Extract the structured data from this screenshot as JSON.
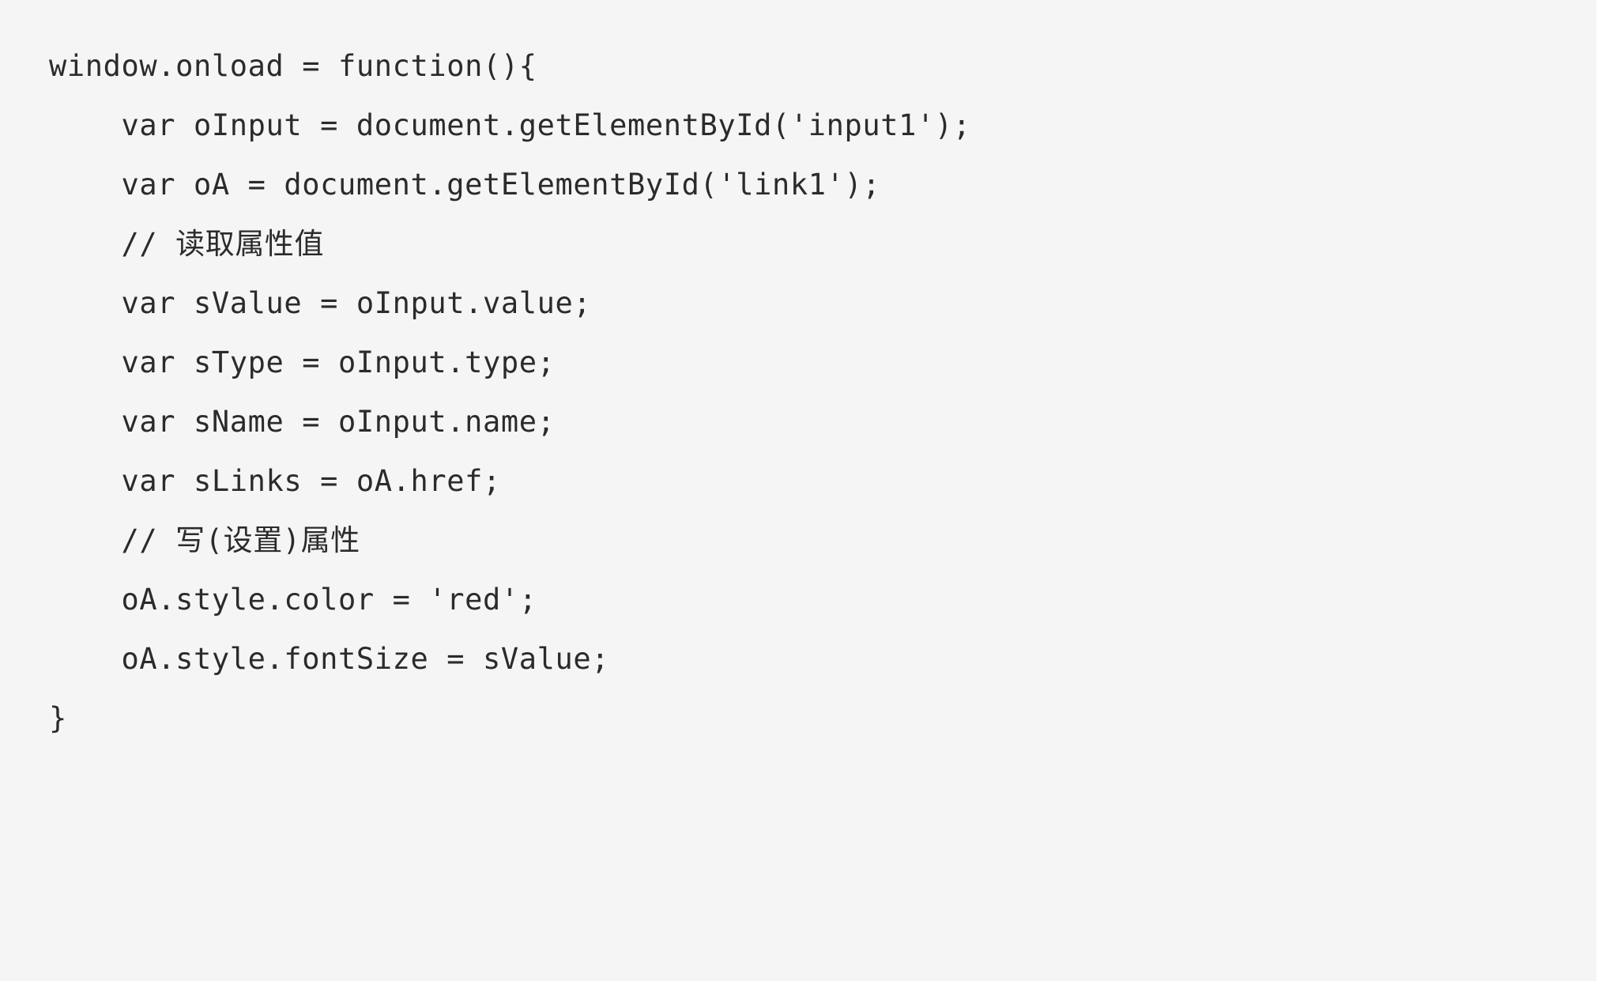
{
  "editor": {
    "background_color": "#f5f5f5",
    "page_background_color": "#ffffff",
    "text_color": "#2b2b2b",
    "language": "javascript",
    "indent": "    ",
    "code_lines": [
      "window.onload = function(){",
      "    var oInput = document.getElementById('input1');",
      "    var oA = document.getElementById('link1');",
      "    // 读取属性值",
      "    var sValue = oInput.value;",
      "    var sType = oInput.type;",
      "    var sName = oInput.name;",
      "    var sLinks = oA.href;",
      "    // 写(设置)属性",
      "    oA.style.color = 'red';",
      "    oA.style.fontSize = sValue;",
      "}"
    ]
  }
}
